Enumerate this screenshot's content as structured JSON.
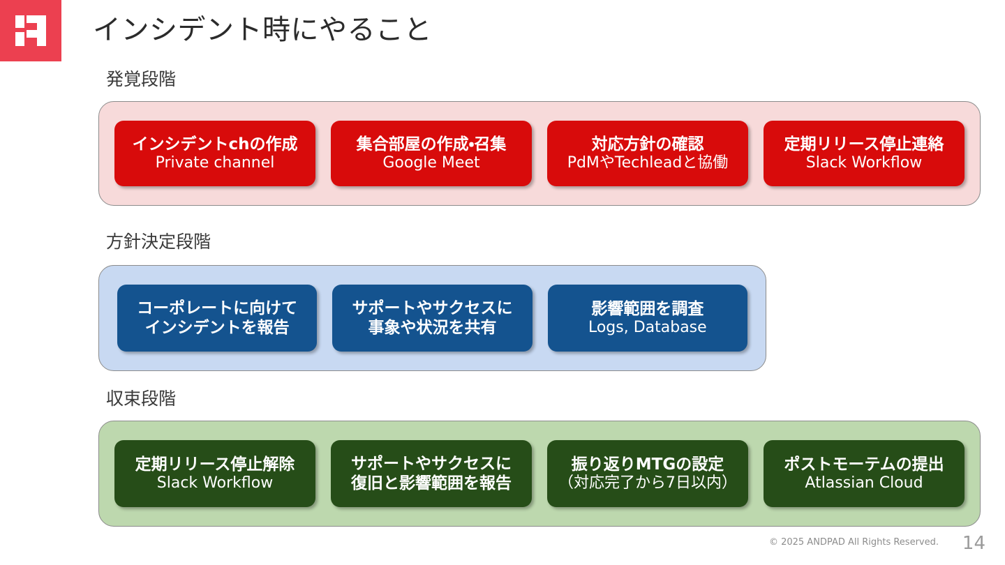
{
  "slide": {
    "title": "インシデント時にやること",
    "page_number": "14",
    "copyright": "© 2025 ANDPAD All Rights Reserved.",
    "logo_name": "andpad-logo",
    "brand_color": "#ec4050"
  },
  "sections": [
    {
      "label": "発覚段階",
      "band_color": "#f7dada",
      "card_color": "#d80b0b",
      "cards": [
        {
          "main": "インシデントchの作成",
          "sub": "Private channel"
        },
        {
          "main": "集合部屋の作成・召集",
          "sub": "Google Meet"
        },
        {
          "main": "対応方針の確認",
          "sub": "PdMやTechleadと協働"
        },
        {
          "main": "定期リリース停止連絡",
          "sub": "Slack Workflow"
        }
      ]
    },
    {
      "label": "方針決定段階",
      "band_color": "#c8d9f2",
      "card_color": "#14538f",
      "cards": [
        {
          "main": "コーポレートに向けて",
          "sub": "インシデントを報告"
        },
        {
          "main": "サポートやサクセスに",
          "sub": "事象や状況を共有"
        },
        {
          "main": "影響範囲を調査",
          "sub": "Logs, Database"
        }
      ]
    },
    {
      "label": "収束段階",
      "band_color": "#bdd8ae",
      "card_color": "#264d18",
      "cards": [
        {
          "main": "定期リリース停止解除",
          "sub": "Slack Workflow"
        },
        {
          "main": "サポートやサクセスに",
          "sub": "復旧と影響範囲を報告"
        },
        {
          "main": "振り返りMTGの設定",
          "sub": "（対応完了から7日以内）"
        },
        {
          "main": "ポストモーテムの提出",
          "sub": "Atlassian Cloud"
        }
      ]
    }
  ]
}
